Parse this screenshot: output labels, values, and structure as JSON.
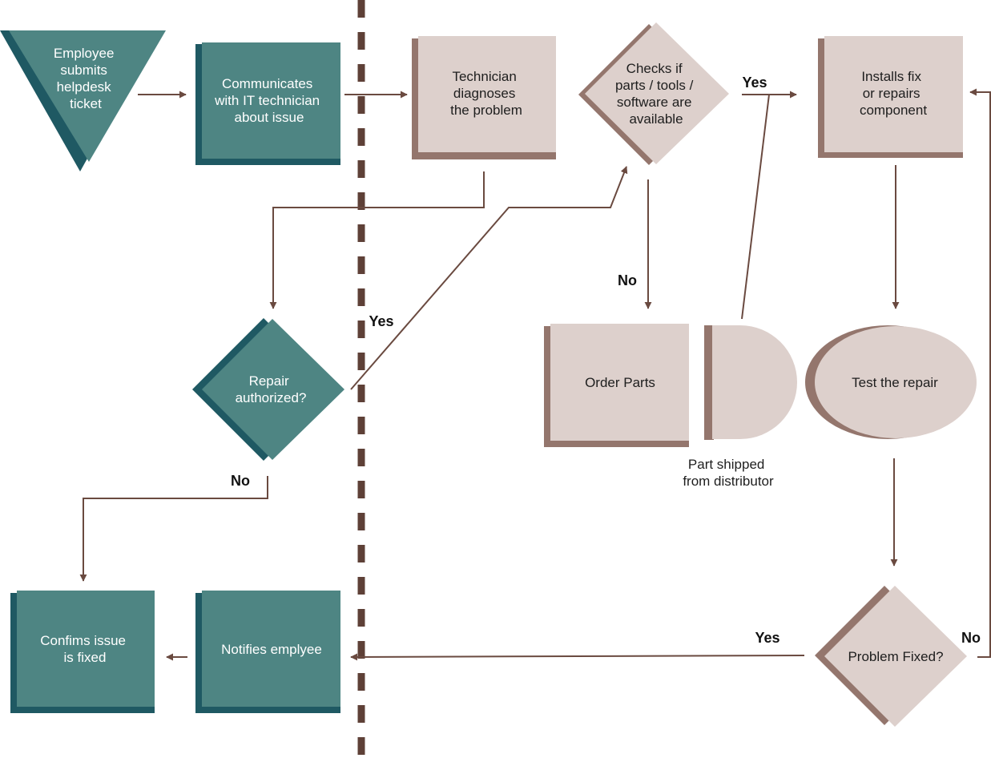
{
  "colors": {
    "teal": "#4E8583",
    "teal_shadow": "#1F5963",
    "beige": "#DDD0CC",
    "beige_shadow": "#94766D",
    "line": "#6A4A40",
    "divider": "#5E4037"
  },
  "nodes": {
    "submit_ticket": [
      "Employee",
      "submits",
      "helpdesk",
      "ticket"
    ],
    "communicate": [
      "Communicates",
      "with IT technician",
      "about issue"
    ],
    "diagnose": [
      "Technician",
      "diagnoses",
      "the problem"
    ],
    "check_parts": [
      "Checks if",
      "parts / tools /",
      "software are",
      "available"
    ],
    "install_fix": [
      "Installs fix",
      "or repairs",
      "component"
    ],
    "repair_authorized": [
      "Repair",
      "authorized?"
    ],
    "order_parts": [
      "Order Parts"
    ],
    "test_repair": [
      "Test the repair"
    ],
    "part_shipped": [
      "Part shipped",
      "from distributor"
    ],
    "problem_fixed": [
      "Problem Fixed?"
    ],
    "confirm_fixed": [
      "Confims issue",
      "is fixed"
    ],
    "notify_employee": [
      "Notifies emplyee"
    ]
  },
  "edge_labels": {
    "yes_parts": "Yes",
    "no_parts": "No",
    "yes_authorized": "Yes",
    "no_authorized": "No",
    "yes_fixed": "Yes",
    "no_fixed": "No"
  }
}
